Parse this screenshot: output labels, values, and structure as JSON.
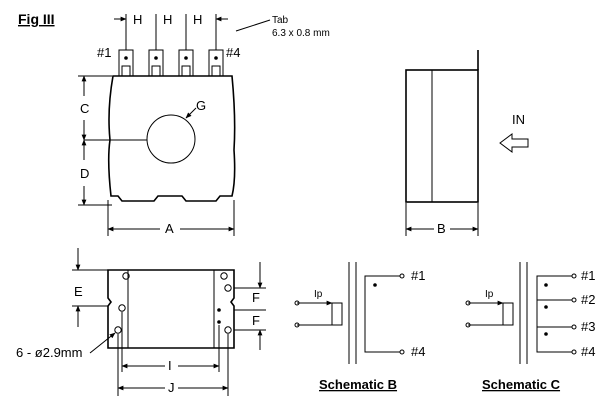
{
  "figure_label": "Fig III",
  "tab_note": {
    "title": "Tab",
    "size": "6.3 x 0.8 mm"
  },
  "pins": {
    "p1": "#1",
    "p2": "#2",
    "p3": "#3",
    "p4": "#4"
  },
  "dims": {
    "H": "H",
    "A": "A",
    "B": "B",
    "C": "C",
    "D": "D",
    "E": "E",
    "F": "F",
    "G": "G",
    "I": "I",
    "J": "J"
  },
  "direction_label": "IN",
  "hole_callout": "6 - ø2.9mm",
  "current_label": "Ip",
  "schematics": {
    "b": "Schematic B",
    "c": "Schematic C"
  }
}
